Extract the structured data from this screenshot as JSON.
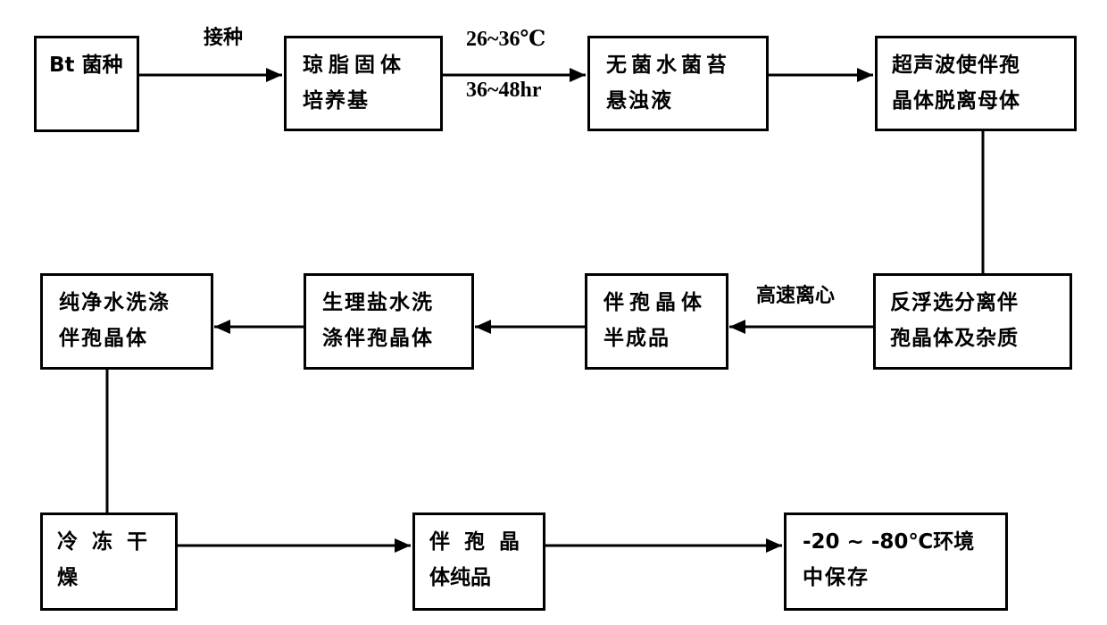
{
  "diagram": {
    "type": "flowchart",
    "nodes": [
      {
        "id": "bt-strain",
        "lines": [
          "Bt 菌种",
          ""
        ]
      },
      {
        "id": "agar-medium",
        "lines": [
          "琼脂固体",
          "培养基"
        ]
      },
      {
        "id": "suspension",
        "lines": [
          "无菌水菌苔",
          "悬浊液"
        ]
      },
      {
        "id": "ultrasonic",
        "lines": [
          "超声波使伴孢",
          "晶体脱离母体"
        ]
      },
      {
        "id": "flotation",
        "lines": [
          "反浮选分离伴",
          "孢晶体及杂质"
        ]
      },
      {
        "id": "semi-product",
        "lines": [
          "伴孢晶体",
          "半成品"
        ]
      },
      {
        "id": "saline-wash",
        "lines": [
          "生理盐水洗",
          "涤伴孢晶体"
        ]
      },
      {
        "id": "pure-water-wash",
        "lines": [
          "纯净水洗涤",
          "伴孢晶体"
        ]
      },
      {
        "id": "freeze-dry",
        "lines": [
          "冷 冻 干",
          "燥"
        ]
      },
      {
        "id": "pure-product",
        "lines": [
          "伴 孢 晶",
          "体纯品"
        ]
      },
      {
        "id": "storage",
        "lines": [
          "-20 ~ -80℃环境",
          "中保存"
        ]
      }
    ],
    "edge_labels": {
      "inoculate": "接种",
      "temperature": "26~36℃",
      "duration": "36~48hr",
      "centrifuge": "高速离心"
    },
    "edges": [
      {
        "from": "bt-strain",
        "to": "agar-medium",
        "label": "接种"
      },
      {
        "from": "agar-medium",
        "to": "suspension",
        "label": "26~36℃ / 36~48hr"
      },
      {
        "from": "suspension",
        "to": "ultrasonic"
      },
      {
        "from": "ultrasonic",
        "to": "flotation"
      },
      {
        "from": "flotation",
        "to": "semi-product",
        "label": "高速离心"
      },
      {
        "from": "semi-product",
        "to": "saline-wash"
      },
      {
        "from": "saline-wash",
        "to": "pure-water-wash"
      },
      {
        "from": "pure-water-wash",
        "to": "freeze-dry"
      },
      {
        "from": "freeze-dry",
        "to": "pure-product"
      },
      {
        "from": "pure-product",
        "to": "storage"
      }
    ]
  }
}
